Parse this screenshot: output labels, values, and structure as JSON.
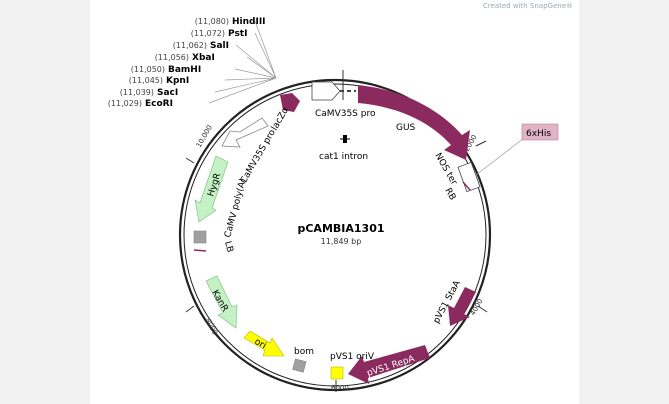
{
  "plasmid": {
    "name": "pCAMBIA1301",
    "size": "11,849 bp"
  },
  "credit": "Created with SnapGene®",
  "sites": [
    {
      "num": "(11,080)",
      "name": "HindIII"
    },
    {
      "num": "(11,072)",
      "name": "PstI"
    },
    {
      "num": "(11,062)",
      "name": "SalI"
    },
    {
      "num": "(11,056)",
      "name": "XbaI"
    },
    {
      "num": "(11,050)",
      "name": "BamHI"
    },
    {
      "num": "(11,045)",
      "name": "KpnI"
    },
    {
      "num": "(11,039)",
      "name": "SacI"
    },
    {
      "num": "(11,029)",
      "name": "EcoRI"
    }
  ],
  "features": {
    "lacZa": "lacZα",
    "camv35s_1": "CaMV35S pro",
    "gus": "GUS",
    "cat1": "cat1 intron",
    "nos": "NOS ter",
    "rb": "RB",
    "his": "6xHis",
    "camv35s_2": "CaMV35S pro",
    "hygr": "HygR",
    "polya": "CaMV poly(A)",
    "lb": "LB",
    "kanr": "KanR",
    "ori": "ori",
    "bom": "bom",
    "oriv": "pVS1 oriV",
    "repa": "pVS1 RepA",
    "staa": "pVS1 StaA"
  },
  "ticks": {
    "t2000": "2000",
    "t4000": "4000",
    "t6000": "6000",
    "t8000": "8000",
    "t10000": "10,000"
  },
  "colors": {
    "magenta": "#8b2a5e",
    "green": "#c5f2c5",
    "yellow": "#ffff00",
    "gray": "#a0a0a0",
    "his_fill": "#e0b4c4"
  }
}
